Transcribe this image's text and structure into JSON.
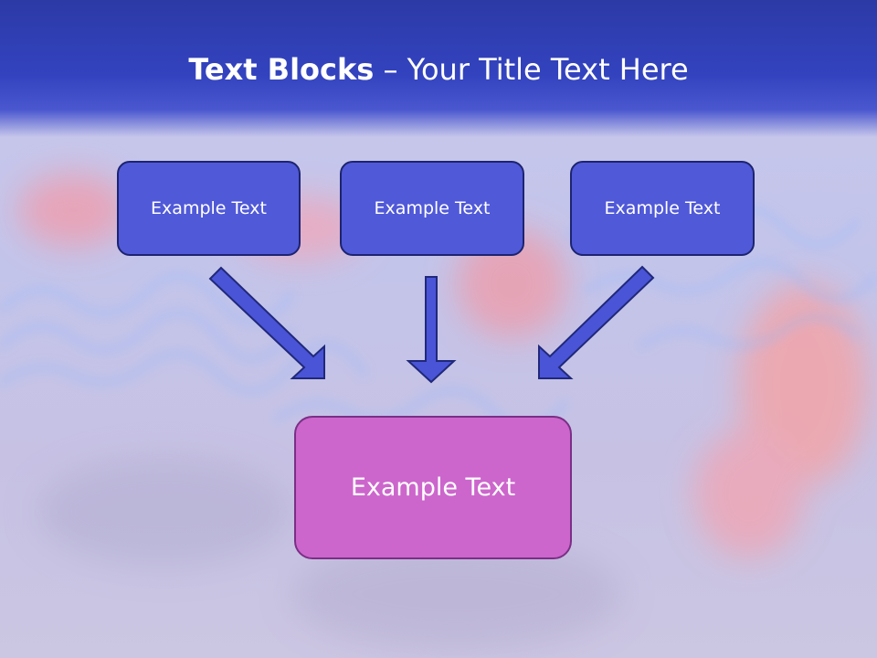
{
  "title": {
    "bold": "Text Blocks",
    "separator": " – ",
    "rest": "Your Title Text Here"
  },
  "top_boxes": [
    "Example Text",
    "Example Text",
    "Example Text"
  ],
  "bottom_box": "Example Text",
  "colors": {
    "header": "#3343bf",
    "box_fill": "#5059d8",
    "box_border": "#1c2470",
    "arrow_fill": "#4a54d6",
    "arrow_stroke": "#20287a",
    "target_fill": "#cc66cc",
    "target_border": "#7a2f86"
  }
}
